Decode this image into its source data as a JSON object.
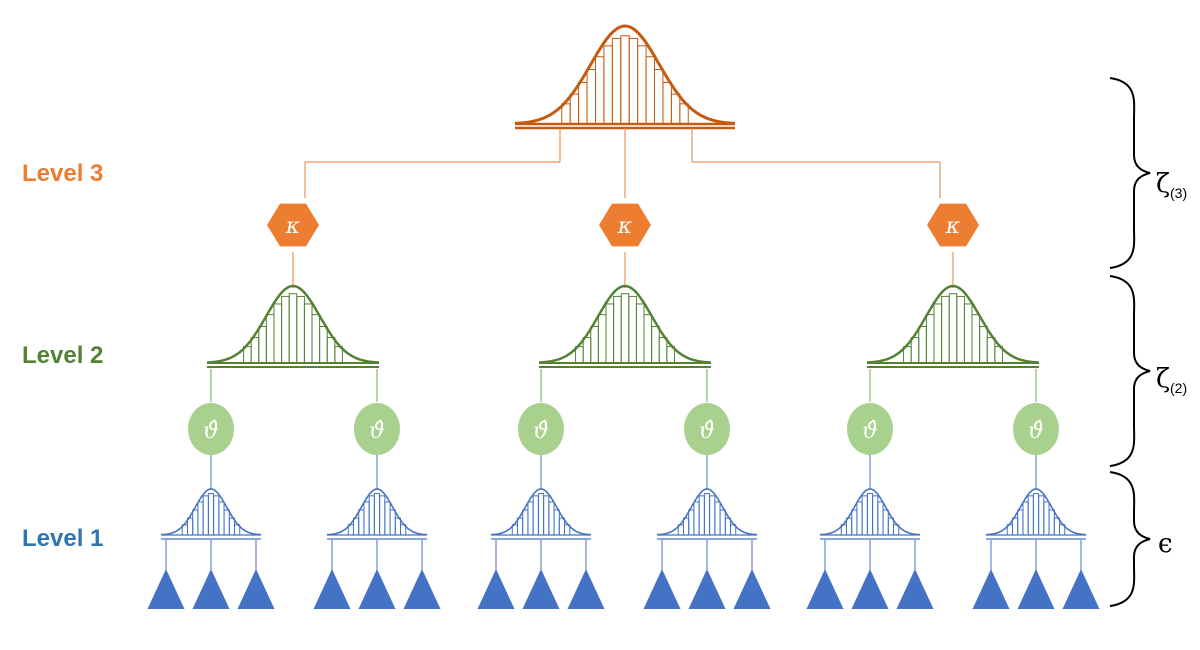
{
  "levels": {
    "level3": "Level 3",
    "level2": "Level 2",
    "level1": "Level 1"
  },
  "symbols": {
    "kappa": "κ",
    "theta_hat": "ϑ̂",
    "zeta": "ζ",
    "zeta3_sub": "(3)",
    "zeta2_sub": "(2)",
    "epsilon": "ϵ"
  },
  "structure": {
    "level3_nodes": 3,
    "level2_per_level3": 2,
    "level1_per_level2": 3
  },
  "colors": {
    "level3": "#ED7D31",
    "level3_line": "#C55A11",
    "level2": "#548235",
    "level2_line": "#70AD47",
    "level2_node": "#A9D18E",
    "level1": "#2E75B6",
    "level1_line": "#4472C4",
    "level1_marker": "#4472C4",
    "brace": "#000000"
  },
  "icons": {
    "distribution": "normal-distribution-histogram-icon",
    "kappa_node": "hexagon-icon",
    "theta_node": "ellipse-icon",
    "observation": "triangle-icon",
    "brace": "curly-brace-icon"
  }
}
